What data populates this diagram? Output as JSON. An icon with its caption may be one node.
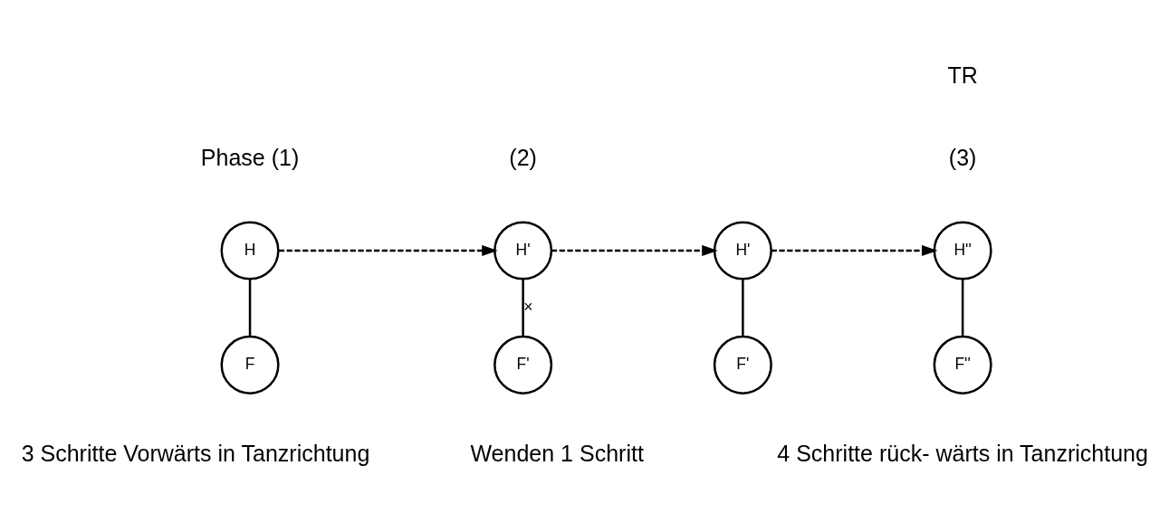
{
  "diagram": {
    "nodes": [
      {
        "text": [
          "H"
        ]
      },
      {
        "text": [
          "F"
        ]
      },
      {
        "text": [
          "H'"
        ]
      },
      {
        "text": [
          "F'"
        ]
      },
      {
        "text": [
          "H'"
        ]
      },
      {
        "text": [
          "F'"
        ]
      },
      {
        "text": [
          "H''"
        ]
      },
      {
        "text": [
          "F''"
        ]
      }
    ],
    "edges": [
      {
        "from": 0,
        "to": 1,
        "arrow": "none"
      },
      {
        "from": 2,
        "to": 3,
        "arrow": "none",
        "label": "×"
      },
      {
        "from": 4,
        "to": 5,
        "arrow": "none"
      },
      {
        "from": 6,
        "to": 7,
        "arrow": "none"
      },
      {
        "from": 0,
        "to": 2,
        "arrow": "to",
        "style": "dashed"
      },
      {
        "from": 2,
        "to": 4,
        "arrow": "to",
        "style": "dashed"
      },
      {
        "from": 4,
        "to": 6,
        "arrow": "to",
        "style": "dashed"
      }
    ],
    "labels": [
      "TR",
      "Phase (1)",
      "(2)",
      "(3)",
      "3 Schritte Vorwärts in Tanzrichtung",
      "Wenden 1 Schritt",
      "4 Schritte rück- wärts in Tanzrichtung"
    ]
  }
}
